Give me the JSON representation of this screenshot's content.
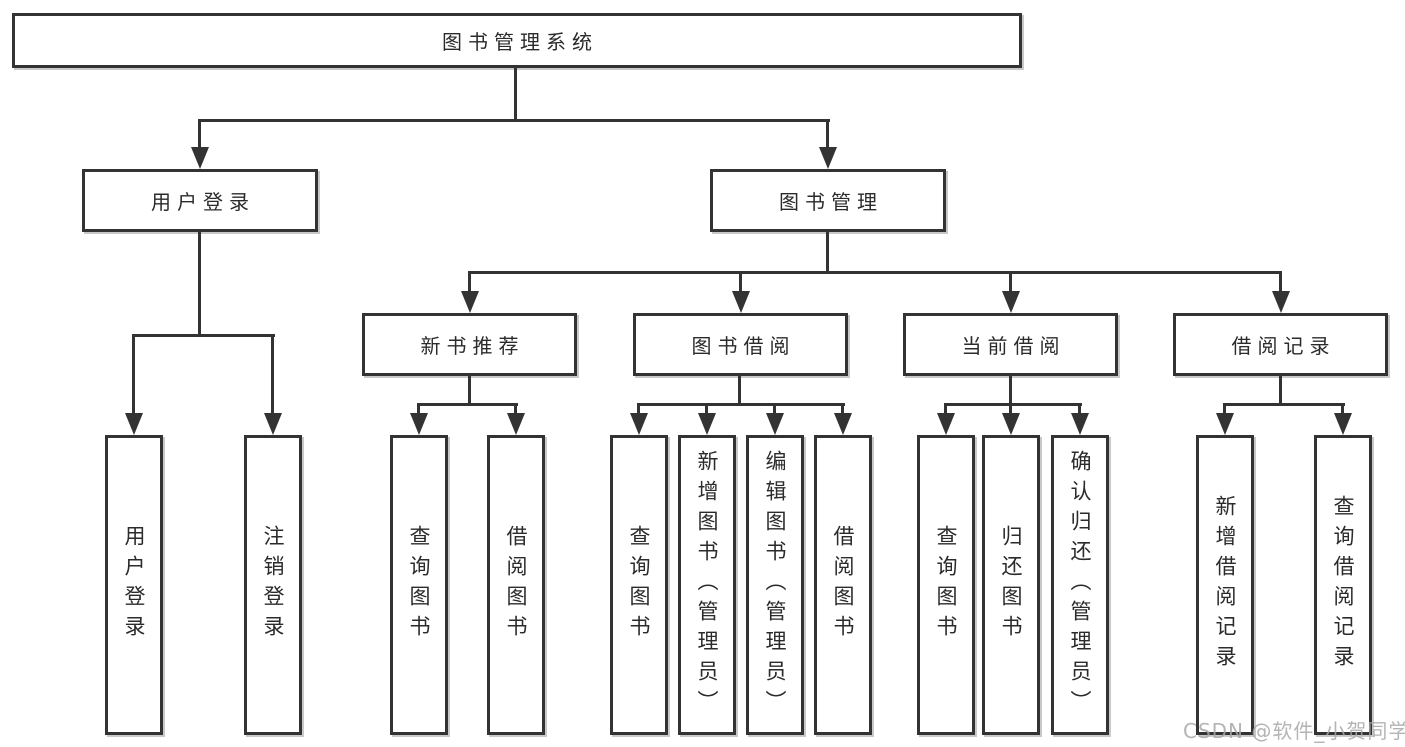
{
  "diagram": {
    "title": "图书管理系统",
    "root": {
      "label": "图书管理系统"
    },
    "level2": [
      {
        "id": "user-login",
        "label": "用户登录"
      },
      {
        "id": "book-management",
        "label": "图书管理"
      }
    ],
    "level3": [
      {
        "id": "new-book-recommend",
        "label": "新书推荐"
      },
      {
        "id": "book-borrow",
        "label": "图书借阅"
      },
      {
        "id": "current-borrow",
        "label": "当前借阅"
      },
      {
        "id": "borrow-record",
        "label": "借阅记录"
      }
    ],
    "leaves": {
      "user_login": [
        "用户登录",
        "注销登录"
      ],
      "new_book": [
        "查询图书",
        "借阅图书"
      ],
      "book_borrow": [
        "查询图书",
        "新增图书（管理员）",
        "编辑图书（管理员）",
        "借阅图书"
      ],
      "current_borrow": [
        "查询图书",
        "归还图书",
        "确认归还（管理员）"
      ],
      "borrow_record": [
        "新增借阅记录",
        "查询借阅记录"
      ]
    }
  },
  "watermark": {
    "text": "CSDN @软件_小贺同学"
  },
  "colors": {
    "line": "#333333",
    "text": "#2b2b2b",
    "shadow": "#c9c9c9",
    "watermark": "#a8a8a8",
    "background": "#ffffff"
  }
}
